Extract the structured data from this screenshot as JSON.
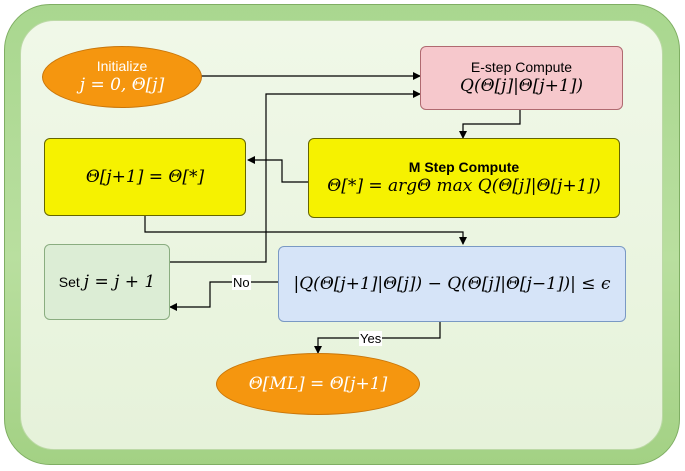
{
  "nodes": {
    "init_title": "Initialize",
    "init_formula": "j = 0, Θ[j]",
    "estep_title": "E-step Compute",
    "estep_formula": "Q(Θ[j]|Θ[j+1])",
    "mstep_title": "M Step Compute",
    "mstep_formula": "Θ[*] = argΘ max Q(Θ[j]|Θ[j+1])",
    "update_formula": "Θ[j+1] = Θ[*]",
    "set_label": "Set",
    "set_formula": "j = j + 1",
    "check_formula": "|Q(Θ[j+1]|Θ[j]) − Q(Θ[j]|Θ[j−1])| ≤ ϵ",
    "final_formula": "Θ[ML] = Θ[j+1]"
  },
  "edges": {
    "no_label": "No",
    "yes_label": "Yes"
  },
  "colors": {
    "oval": "#f5960f",
    "estep": "#f6c8cc",
    "mstep": "#f6f200",
    "set": "#dcedd5",
    "check": "#d6e4f8",
    "frame": "#a9d78f"
  }
}
